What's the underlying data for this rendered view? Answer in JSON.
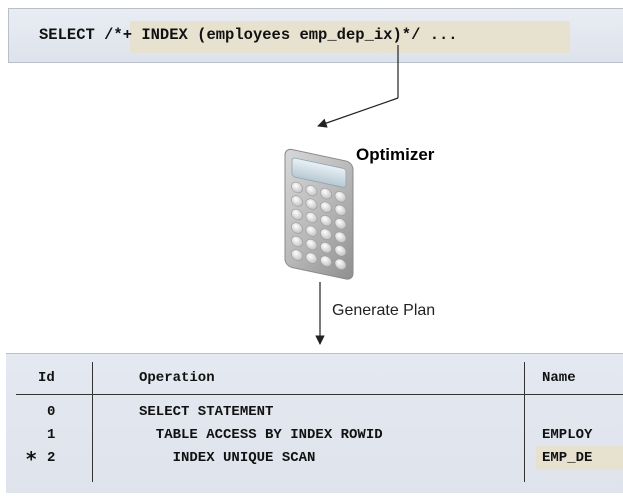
{
  "sql": {
    "select_keyword": "SELECT",
    "hint": "/*+ INDEX (employees emp_dep_ix)*/",
    "ellipsis": "..."
  },
  "optimizer": {
    "label": "Optimizer",
    "icon": "calculator-icon"
  },
  "generate_plan": {
    "label": "Generate Plan"
  },
  "plan_table": {
    "headers": [
      "Id",
      "Operation",
      "Name"
    ],
    "rows": [
      {
        "id": "0",
        "operation": "SELECT STATEMENT",
        "name": "",
        "flag": ""
      },
      {
        "id": "1",
        "operation": "  TABLE ACCESS BY INDEX ROWID",
        "name": "EMPLOY",
        "flag": ""
      },
      {
        "id": "2",
        "operation": "    INDEX UNIQUE SCAN",
        "name": "EMP_DE",
        "flag": "*"
      }
    ]
  },
  "colors": {
    "panel": "#e4e8f0",
    "highlight": "#e7e1cf",
    "text": "#111111"
  }
}
